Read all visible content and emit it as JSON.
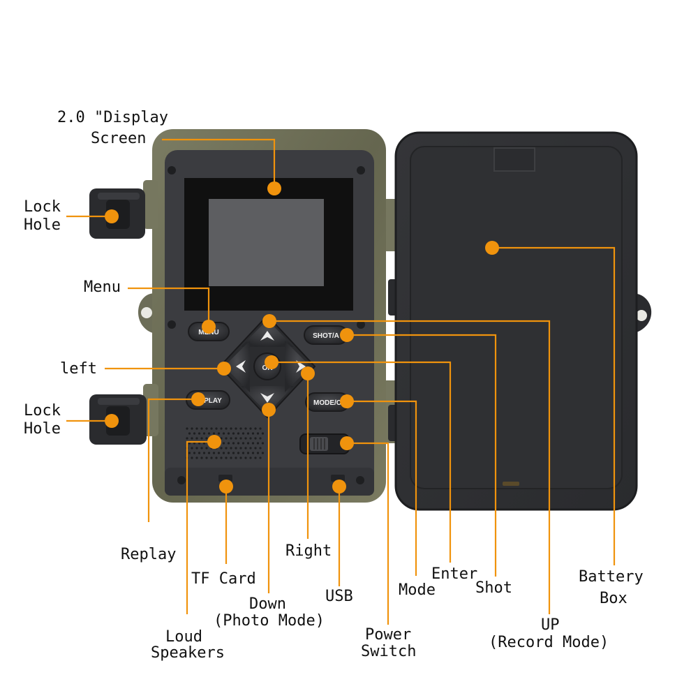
{
  "colors": {
    "callout": "#f0930d",
    "case_green": "#6f705b",
    "panel_dark": "#3a3b3e",
    "door_dark": "#2c2d30",
    "screen_black": "#121212",
    "screen_gray": "#5e5f62"
  },
  "buttons": {
    "menu": "MENU",
    "ok": "OK",
    "shot": "SHOT/A",
    "replay": "REPLAY",
    "mode": "MODE/C",
    "up_icon": "arrow-up-icon",
    "down_icon": "arrow-down-icon",
    "left_icon": "arrow-left-icon",
    "right_icon": "arrow-right-icon"
  },
  "labels": {
    "display_line1": "2.0 \"Display",
    "display_line2": "Screen",
    "lock_hole_top_1": "Lock",
    "lock_hole_top_2": "Hole",
    "lock_hole_bottom_1": "Lock",
    "lock_hole_bottom_2": "Hole",
    "menu": "Menu",
    "left": "left",
    "replay": "Replay",
    "tf_card": "TF Card",
    "down_1": "Down",
    "down_2": "(Photo Mode)",
    "loud_1": "Loud",
    "loud_2": "Speakers",
    "right": "Right",
    "usb": "USB",
    "power_1": "Power",
    "power_2": "Switch",
    "mode": "Mode",
    "enter": "Enter",
    "shot": "Shot",
    "up_1": "UP",
    "up_2": "(Record Mode)",
    "battery_1": "Battery",
    "battery_2": "Box"
  }
}
